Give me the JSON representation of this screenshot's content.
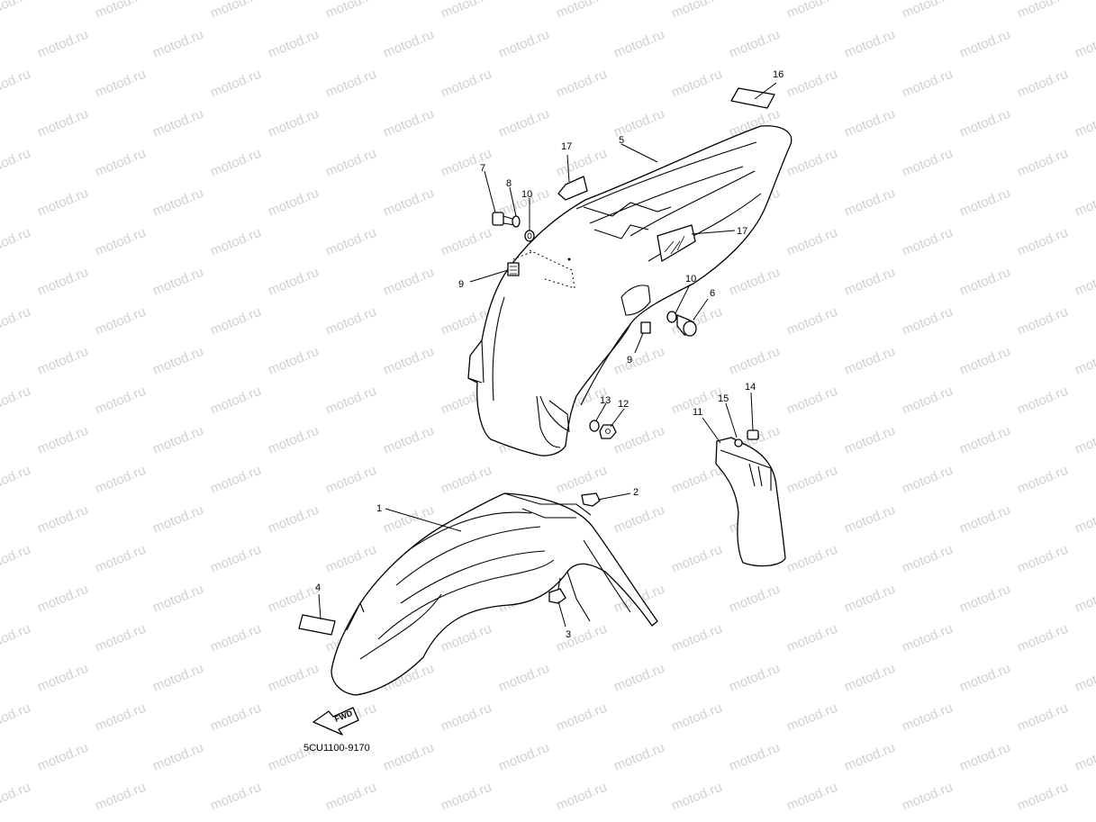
{
  "watermark": {
    "text": "motod.ru"
  },
  "diagram": {
    "callouts": [
      "1",
      "2",
      "3",
      "4",
      "5",
      "6",
      "7",
      "8",
      "9",
      "9",
      "10",
      "10",
      "11",
      "12",
      "13",
      "14",
      "15",
      "16",
      "17",
      "17"
    ],
    "fwd_label": "FWD",
    "part_code": "5CU1100-9170"
  }
}
